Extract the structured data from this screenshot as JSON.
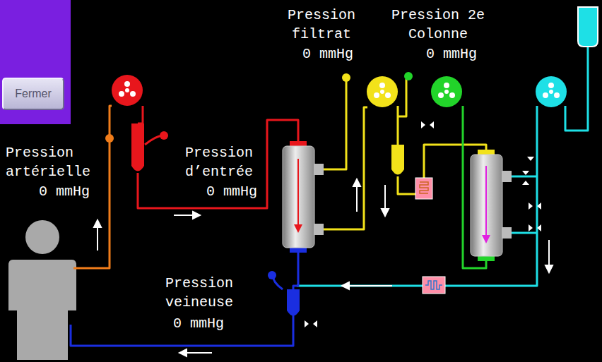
{
  "diagram": {
    "nodes": [
      {
        "text": [
          "Fermer"
        ]
      }
    ],
    "labels": [
      "Pression artérielle",
      "0 mmHg",
      "Pression d’entrée",
      "0 mmHg",
      "Pression filtrat",
      "0 mmHg",
      "Pression 2e Colonne",
      "0 mmHg",
      "Pression veineuse",
      "0 mmHg"
    ]
  }
}
